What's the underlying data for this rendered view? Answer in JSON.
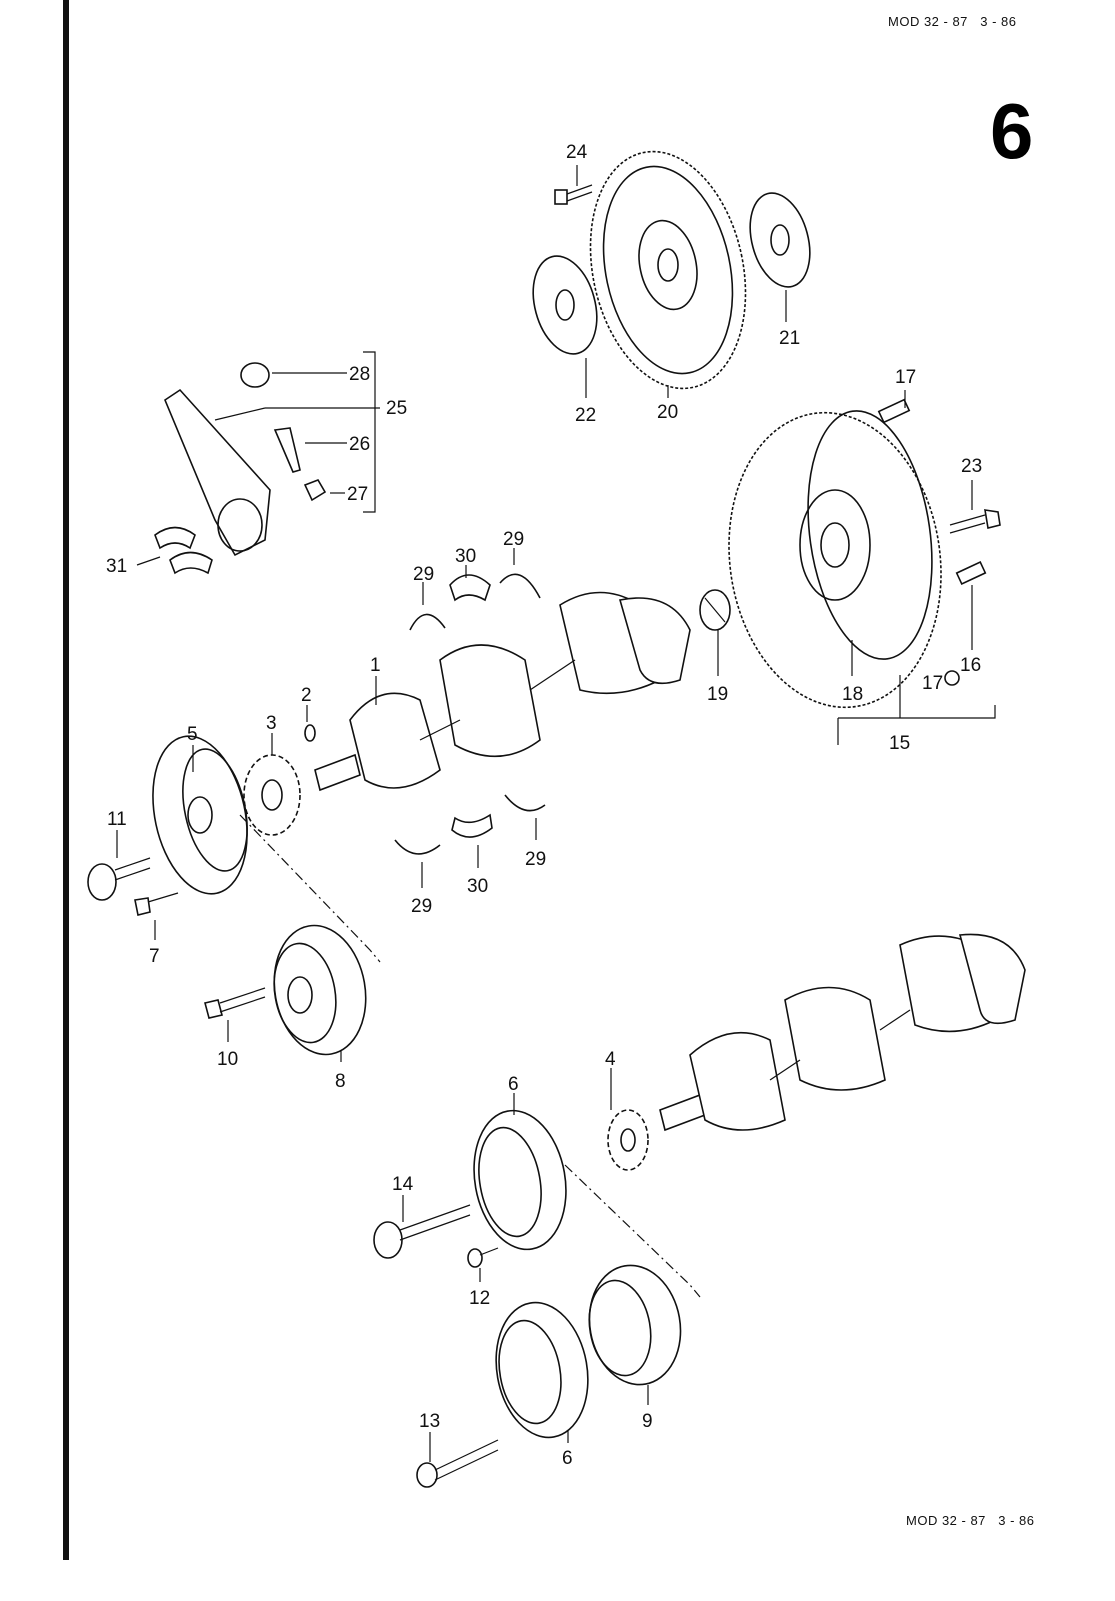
{
  "header": {
    "model": "MOD 32 - 87",
    "date": "3 - 86"
  },
  "footer": {
    "model": "MOD 32 - 87",
    "date": "3 - 86"
  },
  "section_number": "6",
  "callouts": [
    "24",
    "21",
    "22",
    "20",
    "28",
    "25",
    "26",
    "27",
    "31",
    "17",
    "23",
    "29",
    "30",
    "29",
    "1",
    "2",
    "3",
    "5",
    "19",
    "17",
    "16",
    "18",
    "15",
    "11",
    "29",
    "30",
    "29",
    "7",
    "10",
    "8",
    "6",
    "4",
    "14",
    "12",
    "13",
    "9",
    "6"
  ]
}
